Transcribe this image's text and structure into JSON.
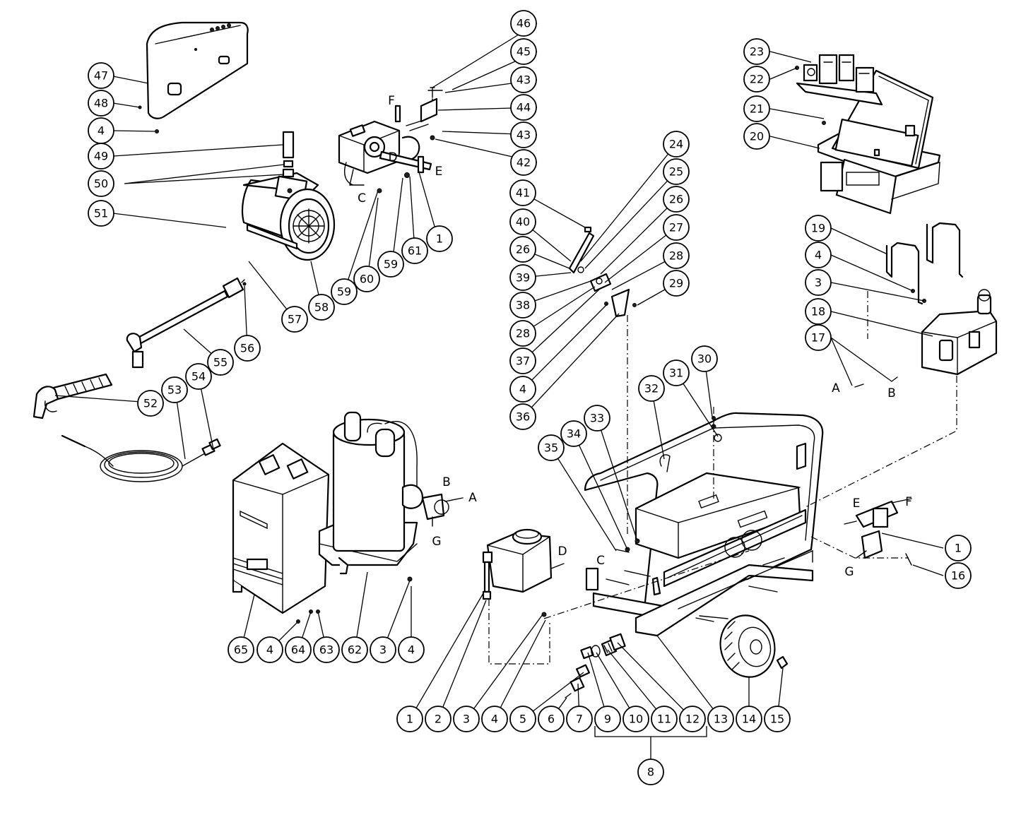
{
  "diagram": {
    "callouts": [
      {
        "label": "46"
      },
      {
        "label": "45"
      },
      {
        "label": "43"
      },
      {
        "label": "44"
      },
      {
        "label": "43"
      },
      {
        "label": "42"
      },
      {
        "label": "47"
      },
      {
        "label": "48"
      },
      {
        "label": "4"
      },
      {
        "label": "49"
      },
      {
        "label": "50"
      },
      {
        "label": "51"
      },
      {
        "label": "1"
      },
      {
        "label": "61"
      },
      {
        "label": "59"
      },
      {
        "label": "60"
      },
      {
        "label": "59"
      },
      {
        "label": "58"
      },
      {
        "label": "57"
      },
      {
        "label": "56"
      },
      {
        "label": "55"
      },
      {
        "label": "54"
      },
      {
        "label": "53"
      },
      {
        "label": "52"
      },
      {
        "label": "24"
      },
      {
        "label": "25"
      },
      {
        "label": "26"
      },
      {
        "label": "27"
      },
      {
        "label": "28"
      },
      {
        "label": "29"
      },
      {
        "label": "41"
      },
      {
        "label": "40"
      },
      {
        "label": "26"
      },
      {
        "label": "39"
      },
      {
        "label": "38"
      },
      {
        "label": "28"
      },
      {
        "label": "37"
      },
      {
        "label": "4"
      },
      {
        "label": "36"
      },
      {
        "label": "23"
      },
      {
        "label": "22"
      },
      {
        "label": "21"
      },
      {
        "label": "20"
      },
      {
        "label": "19"
      },
      {
        "label": "4"
      },
      {
        "label": "3"
      },
      {
        "label": "18"
      },
      {
        "label": "17"
      },
      {
        "label": "30"
      },
      {
        "label": "31"
      },
      {
        "label": "32"
      },
      {
        "label": "33"
      },
      {
        "label": "34"
      },
      {
        "label": "35"
      },
      {
        "label": "1"
      },
      {
        "label": "16"
      },
      {
        "label": "65"
      },
      {
        "label": "4"
      },
      {
        "label": "64"
      },
      {
        "label": "63"
      },
      {
        "label": "62"
      },
      {
        "label": "3"
      },
      {
        "label": "4"
      },
      {
        "label": "1"
      },
      {
        "label": "2"
      },
      {
        "label": "3"
      },
      {
        "label": "4"
      },
      {
        "label": "5"
      },
      {
        "label": "6"
      },
      {
        "label": "7"
      },
      {
        "label": "9"
      },
      {
        "label": "10"
      },
      {
        "label": "11"
      },
      {
        "label": "12"
      },
      {
        "label": "13"
      },
      {
        "label": "14"
      },
      {
        "label": "15"
      },
      {
        "label": "8"
      }
    ],
    "connection_letters": [
      {
        "label": "F"
      },
      {
        "label": "D"
      },
      {
        "label": "E"
      },
      {
        "label": "C"
      },
      {
        "label": "A"
      },
      {
        "label": "B"
      },
      {
        "label": "B"
      },
      {
        "label": "A"
      },
      {
        "label": "G"
      },
      {
        "label": "D"
      },
      {
        "label": "C"
      },
      {
        "label": "E"
      },
      {
        "label": "F"
      },
      {
        "label": "G"
      }
    ]
  }
}
